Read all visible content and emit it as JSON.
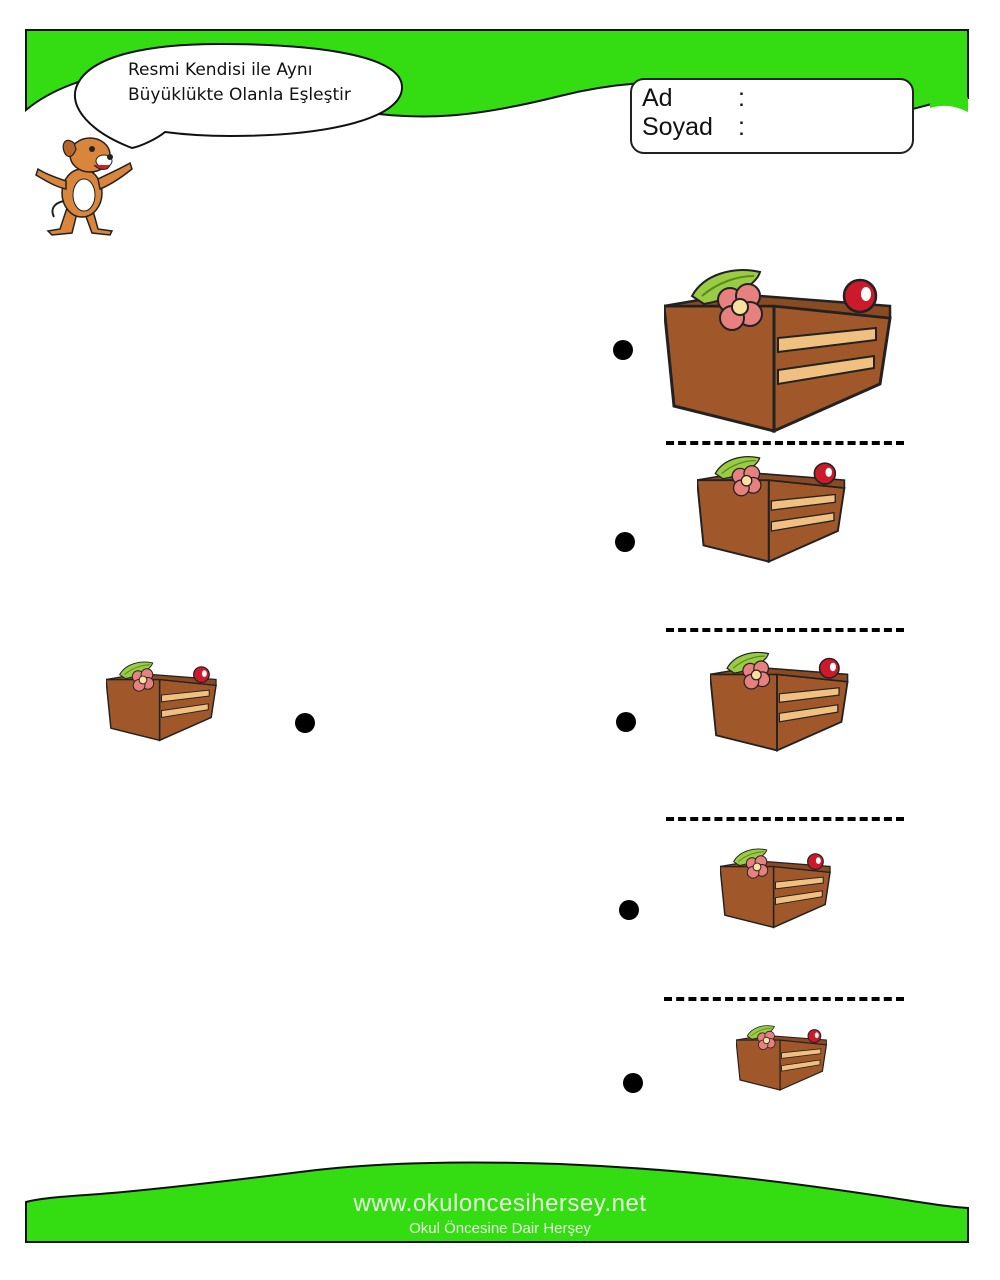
{
  "instruction": {
    "line1": "Resmi Kendisi ile Aynı",
    "line2": "Büyüklükte Olanla Eşleştir"
  },
  "name_box": {
    "ad_label": "Ad",
    "soyad_label": "Soyad",
    "colon": ":"
  },
  "footer": {
    "url": "www.okuloncesihersey.net",
    "tagline": "Okul Öncesine Dair Herşey"
  },
  "colors": {
    "band_green": "#33dd11",
    "cake_brown": "#a0582a",
    "cake_light": "#f0b070",
    "cherry": "#cc1a2a",
    "flower": "#e88080",
    "leaf": "#99cc44"
  },
  "icons": [
    "dog-mascot-icon",
    "speech-bubble-icon",
    "cake-slice-icon"
  ],
  "worksheet": {
    "reference_cake_scale": 0.55,
    "choice_cake_scales": [
      1.2,
      0.78,
      0.7,
      0.55,
      0.45
    ],
    "matching_choice_index": 3
  }
}
